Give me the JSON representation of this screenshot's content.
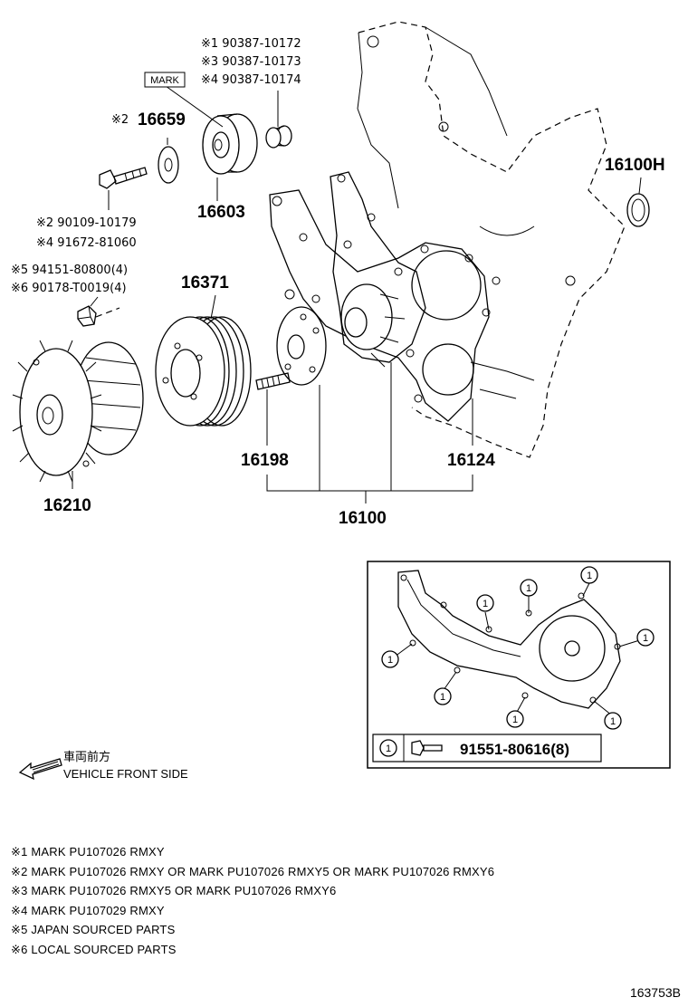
{
  "parts": {
    "p16100h": "16100H",
    "p16659": "16659",
    "p16603": "16603",
    "p16371": "16371",
    "p16198": "16198",
    "p16124": "16124",
    "p16210": "16210",
    "p16100": "16100"
  },
  "refs": {
    "r1": "※1 90387-10172",
    "r3": "※3 90387-10173",
    "r4": "※4 90387-10174",
    "r16659": "※2",
    "bolt2": "※2 90109-10179",
    "bolt4": "※4 91672-81060",
    "nut5": "※5 94151-80800(4)",
    "nut6": "※6 90178-T0019(4)"
  },
  "mark_label": "MARK",
  "inset": {
    "callout": "1",
    "bolt_part": "91551-80616(8)"
  },
  "front": {
    "jp": "車両前方",
    "en": "VEHICLE FRONT SIDE"
  },
  "notes": [
    "※1 MARK PU107026 RMXY",
    "※2 MARK PU107026 RMXY OR MARK PU107026 RMXY5 OR MARK PU107026 RMXY6",
    "※3 MARK PU107026 RMXY5 OR MARK PU107026 RMXY6",
    "※4 MARK PU107029 RMXY",
    "※5 JAPAN SOURCED PARTS",
    "※6 LOCAL SOURCED PARTS"
  ],
  "diagram_id": "163753B"
}
